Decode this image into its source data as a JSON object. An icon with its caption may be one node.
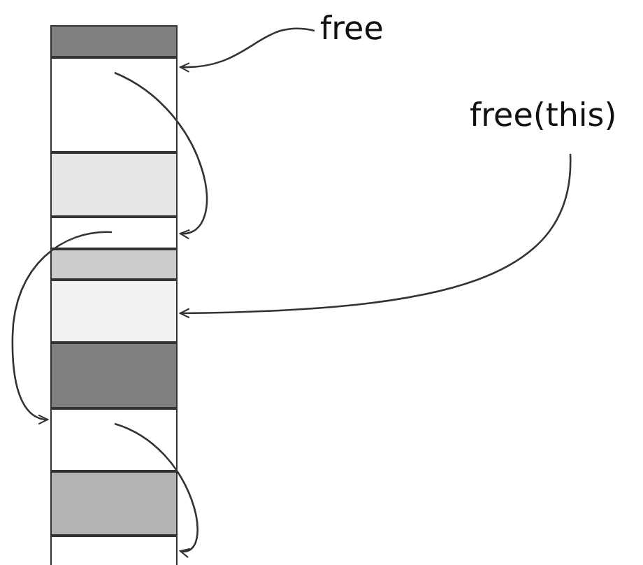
{
  "diagram": {
    "nodes": [
      {
        "text": [
          "free"
        ]
      },
      {
        "text": [
          "free(this)"
        ]
      },
      {
        "text": [],
        "shape": "box"
      },
      {
        "text": [],
        "shape": "box"
      },
      {
        "text": [],
        "shape": "box"
      },
      {
        "text": [],
        "shape": "box"
      },
      {
        "text": [],
        "shape": "box"
      },
      {
        "text": [],
        "shape": "box"
      },
      {
        "text": [],
        "shape": "box"
      },
      {
        "text": [],
        "shape": "box"
      },
      {
        "text": [],
        "shape": "box"
      },
      {
        "text": [],
        "shape": "box"
      }
    ],
    "edges": [
      {
        "from": 0,
        "to": 3,
        "arrow": "to"
      },
      {
        "from": 3,
        "to": 5,
        "arrow": "to"
      },
      {
        "from": 5,
        "to": 9,
        "arrow": "to"
      },
      {
        "from": 9,
        "to": 11,
        "arrow": "to"
      },
      {
        "from": 1,
        "to": 7,
        "arrow": "to"
      }
    ]
  }
}
